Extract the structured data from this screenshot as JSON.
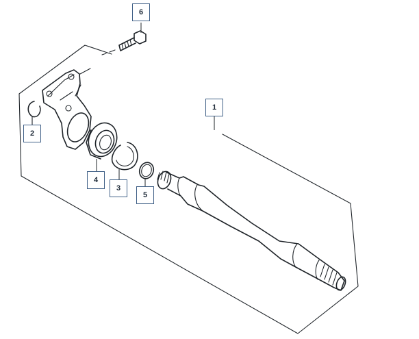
{
  "callouts": [
    {
      "id": "1",
      "label": "1"
    },
    {
      "id": "2",
      "label": "2"
    },
    {
      "id": "3",
      "label": "3"
    },
    {
      "id": "4",
      "label": "4"
    },
    {
      "id": "5",
      "label": "5"
    },
    {
      "id": "6",
      "label": "6"
    }
  ],
  "colors": {
    "line": "#1f2429",
    "callout_border": "#3f5f86"
  }
}
